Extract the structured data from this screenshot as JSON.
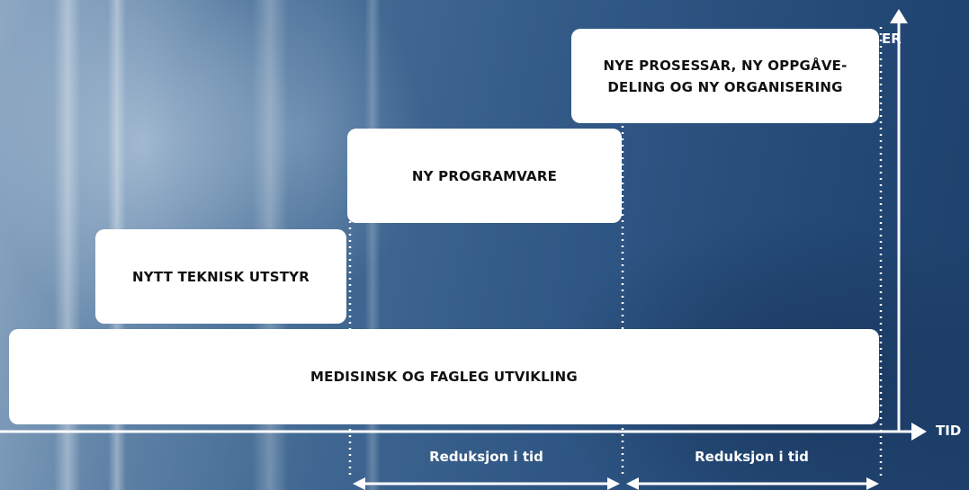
{
  "diagram": {
    "stages": [
      {
        "label": "MEDISINSK OG FAGLEG UTVIKLING"
      },
      {
        "label": "NYTT TEKNISK UTSTYR"
      },
      {
        "label": "NY PROGRAMVARE"
      },
      {
        "label": "NYE PROSESSAR, NY OPPGÅVE-\nDELING OG NY ORGANISERING"
      }
    ],
    "axes": {
      "x_label": "TID",
      "y_label_visible_fragment": "ER"
    },
    "durations": [
      {
        "label": "Reduksjon i tid"
      },
      {
        "label": "Reduksjon i tid"
      }
    ],
    "colors": {
      "box": "#ffffff",
      "text": "#111111",
      "lines": "#ffffff"
    }
  }
}
